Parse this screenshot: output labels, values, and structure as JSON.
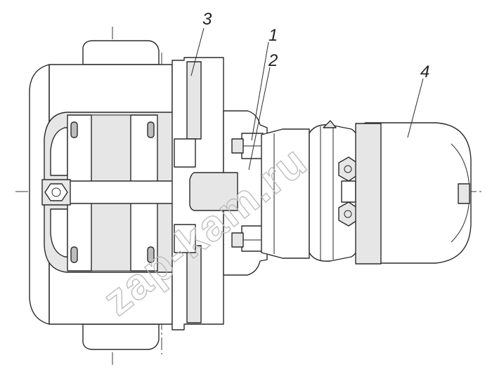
{
  "callouts": [
    {
      "id": "1",
      "text": "1"
    },
    {
      "id": "2",
      "text": "2"
    },
    {
      "id": "3",
      "text": "3"
    },
    {
      "id": "4",
      "text": "4"
    }
  ],
  "watermark": {
    "text": "zap-kam.ru"
  },
  "colors": {
    "line": "#2a2a2a",
    "fill_light": "#e6e6e6",
    "fill_dark": "#bdbdbd",
    "watermark": "#b9b9b9"
  }
}
